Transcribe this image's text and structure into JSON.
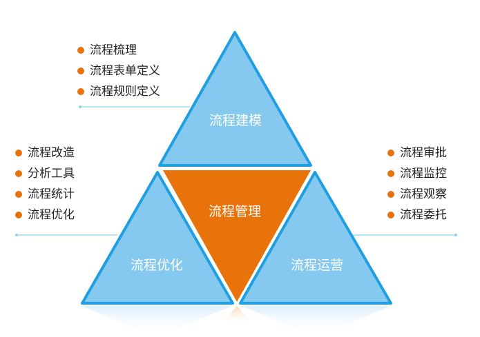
{
  "diagram": {
    "center": {
      "label": "流程管理"
    },
    "top": {
      "label": "流程建模"
    },
    "left": {
      "label": "流程优化"
    },
    "right": {
      "label": "流程运营"
    }
  },
  "lists": {
    "top": [
      "流程梳理",
      "流程表单定义",
      "流程规则定义"
    ],
    "left": [
      "流程改造",
      "分析工具",
      "流程统计",
      "流程优化"
    ],
    "right": [
      "流程审批",
      "流程监控",
      "流程观察",
      "流程委托"
    ]
  },
  "colors": {
    "triangle_fill": "#86c9f0",
    "triangle_border": "#1f9ee0",
    "center_fill": "#e8730b",
    "bullet": "#e8730b",
    "connector": "#8fd0f2"
  }
}
